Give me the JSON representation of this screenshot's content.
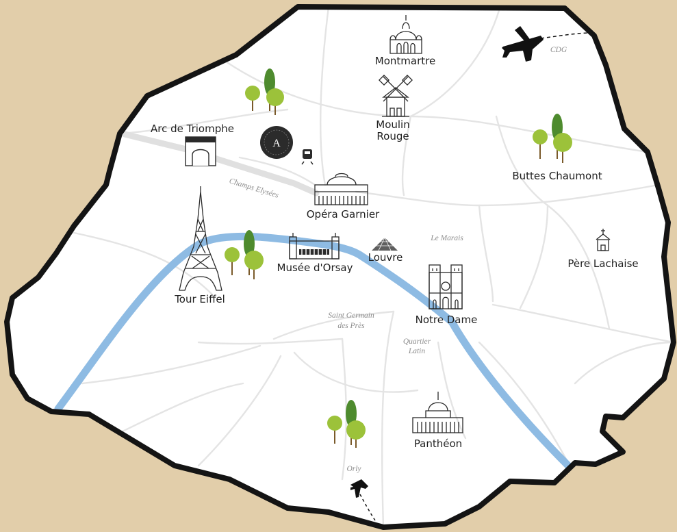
{
  "landmarks": {
    "montmartre": "Montmartre",
    "moulin_rouge_line1": "Moulin",
    "moulin_rouge_line2": "Rouge",
    "arc_de_triomphe": "Arc de Triomphe",
    "opera_garnier": "Opéra Garnier",
    "buttes_chaumont": "Buttes Chaumont",
    "pere_lachaise": "Père Lachaise",
    "musee_dorsay": "Musée d'Orsay",
    "louvre": "Louvre",
    "tour_eiffel": "Tour Eiffel",
    "notre_dame": "Notre Dame",
    "pantheon": "Panthéon"
  },
  "districts": {
    "champs_elysees": "Champs Elysées",
    "le_marais": "Le Marais",
    "saint_germain_line1": "Saint Germain",
    "saint_germain_line2": "des Près",
    "quartier_latin_line1": "Quartier",
    "quartier_latin_line2": "Latin"
  },
  "airports": {
    "cdg": "CDG",
    "orly": "Orly"
  },
  "badge_letter": "A",
  "colors": {
    "background": "#e2ceaa",
    "city": "#ffffff",
    "border": "#141414",
    "river": "#8ebbe3",
    "streets": "#e4e4e4",
    "tree_light": "#9cc23a",
    "tree_dark": "#4e8b2e"
  }
}
